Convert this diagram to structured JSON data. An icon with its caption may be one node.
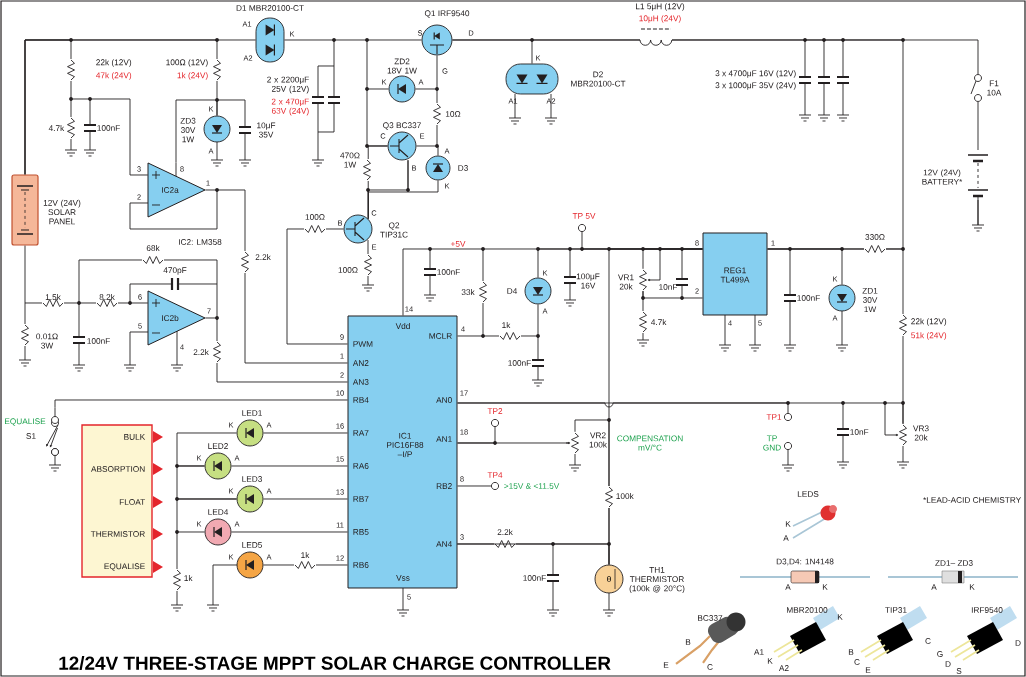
{
  "diagram": {
    "title": "12/24V THREE-STAGE MPPT SOLAR CHARGE CONTROLLER",
    "nodes": [
      {
        "text": [
          "12V (24V) SOLAR PANEL"
        ]
      },
      {
        "text": [
          "D1 MBR20100-CT"
        ],
        "beside": [
          "A1",
          "A2",
          "K"
        ]
      },
      {
        "text": [
          "Q1 IRF9540"
        ],
        "beside": [
          "S",
          "D",
          "G"
        ]
      },
      {
        "text": [
          "D2 MBR20100-CT"
        ],
        "beside": [
          "K",
          "A1",
          "A2"
        ]
      },
      {
        "text": [
          "ZD3 30V 1W"
        ],
        "beside": [
          "K",
          "A"
        ]
      },
      {
        "text": [
          "ZD2 18V 1W"
        ],
        "beside": [
          "K",
          "A"
        ]
      },
      {
        "text": [
          "Q3 BC337"
        ],
        "beside": [
          "C",
          "E",
          "B"
        ]
      },
      {
        "text": [
          "D3"
        ],
        "beside": [
          "A",
          "K"
        ]
      },
      {
        "text": [
          "IC2a"
        ],
        "beside": [
          "3",
          "2",
          "8",
          "1"
        ]
      },
      {
        "text": [
          "IC2b"
        ],
        "beside": [
          "6",
          "5",
          "7",
          "4"
        ]
      },
      {
        "text": [
          "Q2 TIP31C"
        ],
        "beside": [
          "B",
          "C",
          "E"
        ]
      },
      {
        "text": [
          "Vdd",
          "PWM",
          "AN2",
          "AN3",
          "RB4",
          "RA7",
          "RA6",
          "RB7",
          "RB5",
          "RB6",
          "IC1 PIC16F88 –I/P",
          "MCLR",
          "AN0",
          "AN1",
          "RB2",
          "AN4",
          "Vss"
        ],
        "beside": [
          "14",
          "9",
          "1",
          "2",
          "10",
          "16",
          "15",
          "13",
          "11",
          "12",
          "4",
          "17",
          "18",
          "8",
          "3",
          "5"
        ]
      },
      {
        "text": [
          "REG1 TL499A"
        ],
        "beside": [
          "8",
          "2",
          "1",
          "4",
          "5"
        ]
      },
      {
        "text": [
          "D4"
        ],
        "beside": [
          "K",
          "A"
        ]
      },
      {
        "text": [
          "ZD1 30V 1W"
        ],
        "beside": [
          "K",
          "A"
        ]
      },
      {
        "text": [
          "BULK",
          "ABSORPTION",
          "FLOAT",
          "THERMISTOR",
          "EQUALISE"
        ]
      },
      {
        "text": [
          "LED1"
        ],
        "beside": [
          "K",
          "A"
        ]
      },
      {
        "text": [
          "LED2"
        ],
        "beside": [
          "K",
          "A"
        ]
      },
      {
        "text": [
          "LED3"
        ],
        "beside": [
          "K",
          "A"
        ]
      },
      {
        "text": [
          "LED4"
        ],
        "beside": [
          "K",
          "A"
        ]
      },
      {
        "text": [
          "LED5"
        ],
        "beside": [
          "K",
          "A"
        ]
      },
      {
        "text": [
          "θ"
        ],
        "beside": [
          "TH1 THERMISTOR (100k @ 20°C)"
        ]
      },
      {
        "text": [],
        "shape": "switch",
        "beside": [
          "EQUALISE",
          "S1"
        ]
      },
      {
        "text": [
          "VR1 20k"
        ]
      },
      {
        "text": [
          "VR2 100k"
        ]
      },
      {
        "text": [
          "VR3 20k"
        ]
      },
      {
        "text": [
          "TP 5V"
        ]
      },
      {
        "text": [
          "TP2"
        ]
      },
      {
        "text": [
          "TP4"
        ]
      },
      {
        "text": [
          "TP1"
        ]
      },
      {
        "text": [
          "TP GND"
        ]
      }
    ],
    "edges": [
      {
        "from": 0,
        "to": 1,
        "arrow": "none"
      },
      {
        "from": 1,
        "to": 2,
        "arrow": "none"
      },
      {
        "from": 2,
        "to": 3,
        "arrow": "none"
      },
      {
        "from": 2,
        "to": 5,
        "arrow": "none"
      },
      {
        "from": 5,
        "to": 6,
        "arrow": "none"
      },
      {
        "from": 6,
        "to": 7,
        "arrow": "none"
      },
      {
        "from": 6,
        "to": 10,
        "arrow": "none"
      },
      {
        "from": 7,
        "to": 10,
        "arrow": "none"
      },
      {
        "from": 0,
        "to": 4,
        "arrow": "none"
      },
      {
        "from": 8,
        "to": 4,
        "arrow": "none"
      },
      {
        "from": 8,
        "to": 11,
        "arrow": "none"
      },
      {
        "from": 9,
        "to": 11,
        "arrow": "none"
      },
      {
        "from": 10,
        "to": 11,
        "arrow": "none"
      },
      {
        "from": 13,
        "to": 11,
        "arrow": "none"
      },
      {
        "from": 12,
        "to": 11,
        "arrow": "none"
      },
      {
        "from": 13,
        "to": 12,
        "arrow": "none"
      },
      {
        "from": 14,
        "to": 12,
        "arrow": "none"
      },
      {
        "from": 16,
        "to": 11,
        "arrow": "none"
      },
      {
        "from": 17,
        "to": 11,
        "arrow": "none"
      },
      {
        "from": 18,
        "to": 11,
        "arrow": "none"
      },
      {
        "from": 19,
        "to": 11,
        "arrow": "none"
      },
      {
        "from": 20,
        "to": 11,
        "arrow": "none"
      },
      {
        "from": 11,
        "to": 21,
        "arrow": "none"
      },
      {
        "from": 6,
        "to": 10,
        "arrow": "none"
      },
      {
        "from": 0,
        "to": 9,
        "arrow": "none"
      },
      {
        "from": 0,
        "to": 8,
        "arrow": "none"
      },
      {
        "from": 16,
        "to": 17,
        "arrow": "none"
      },
      {
        "from": 17,
        "to": 18,
        "arrow": "none"
      },
      {
        "from": 18,
        "to": 19,
        "arrow": "none"
      },
      {
        "from": 11,
        "to": 22,
        "arrow": "none"
      },
      {
        "from": 12,
        "to": 21,
        "arrow": "none"
      },
      {
        "from": 24,
        "to": 21,
        "arrow": "none"
      },
      {
        "from": 11,
        "to": 24,
        "arrow": "none"
      },
      {
        "from": 12,
        "to": 23,
        "arrow": "none"
      },
      {
        "from": 23,
        "to": 12,
        "arrow": "none"
      },
      {
        "from": 12,
        "to": 25,
        "arrow": "none"
      },
      {
        "from": 2,
        "to": 12,
        "arrow": "none"
      },
      {
        "from": 11,
        "to": 25,
        "arrow": "none"
      },
      {
        "from": 12,
        "to": 26,
        "arrow": "none"
      },
      {
        "from": 11,
        "to": 27,
        "arrow": "none"
      },
      {
        "from": 11,
        "to": 28,
        "arrow": "none"
      },
      {
        "from": 11,
        "to": 29,
        "arrow": "none"
      }
    ],
    "labels": [
      "22k (12V)",
      "47k (24V)",
      "4.7k",
      "100nF",
      "100Ω (12V)",
      "1k (24V)",
      "10μF 35V",
      "2 x 2200μF 25V (12V)",
      "2 x 470μF 63V (24V)",
      "470Ω 1W",
      "10Ω",
      "L1 5μH (12V)",
      "10μH (24V)",
      "3 x 4700μF 16V (12V)",
      "3 x 1000μF 35V (24V)",
      "F1 10A",
      "12V (24V) BATTERY*",
      "IC2: LM358",
      "2.2k",
      "100Ω",
      "100Ω",
      "68k",
      "470pF",
      "1.5k",
      "8.2k",
      "0.01Ω 3W",
      "100nF",
      "2.2k",
      "+5V",
      "100nF",
      "33k",
      "100μF 16V",
      "10nF",
      "4.7k",
      "330Ω",
      "100nF",
      "22k (12V)",
      "51k (24V)",
      "1k",
      "100nF",
      "COMPENSATION mV/°C",
      "10nF",
      ">15V & <11.5V",
      "100k",
      "2.2k",
      "100nF",
      "1k",
      "1k",
      "LEDS",
      "*LEAD-ACID CHEMISTRY",
      "K",
      "A",
      "D3,D4: 1N4148",
      "A",
      "K",
      "ZD1– ZD3",
      "A",
      "K",
      "BC337",
      "B",
      "E",
      "C",
      "MBR20100",
      "K",
      "A1",
      "K",
      "A2",
      "TIP31",
      "C",
      "B",
      "C",
      "E",
      "IRF9540",
      "D",
      "G",
      "D",
      "S"
    ]
  }
}
